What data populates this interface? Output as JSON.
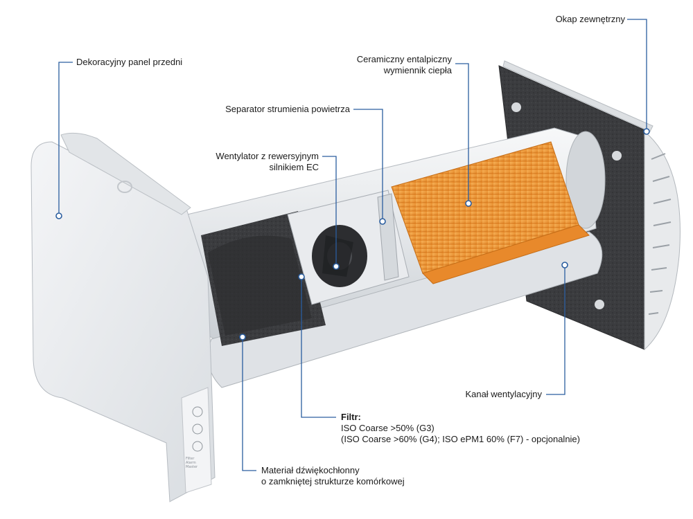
{
  "labels": {
    "external_hood": "Okap zewnętrzny",
    "front_panel": "Dekoracyjny panel przedni",
    "heat_exchanger_line1": "Ceramiczny entalpiczny",
    "heat_exchanger_line2": "wymiennik ciepła",
    "airflow_separator": "Separator strumienia powietrza",
    "fan_line1": "Wentylator z rewersyjnym",
    "fan_line2": "silnikiem EC",
    "ventilation_duct": "Kanał wentylacyjny",
    "filter_title": "Filtr:",
    "filter_line1": "ISO Coarse >50% (G3)",
    "filter_line2": "(ISO Coarse >60% (G4); ISO ePM1 60% (F7) - opcjonalnie)",
    "insulation_line1": "Materiał dźwiękochłonny",
    "insulation_line2": "o zamkniętej strukturze komórkowej"
  },
  "control_panel": {
    "indicator_1": "Filter",
    "indicator_2": "Alarm",
    "indicator_3": "Master"
  },
  "colors": {
    "callout_line": "#2a5d9f",
    "exchanger": "#f29a3a",
    "panel": "#eef0f2",
    "foam": "#3a3a3c"
  }
}
